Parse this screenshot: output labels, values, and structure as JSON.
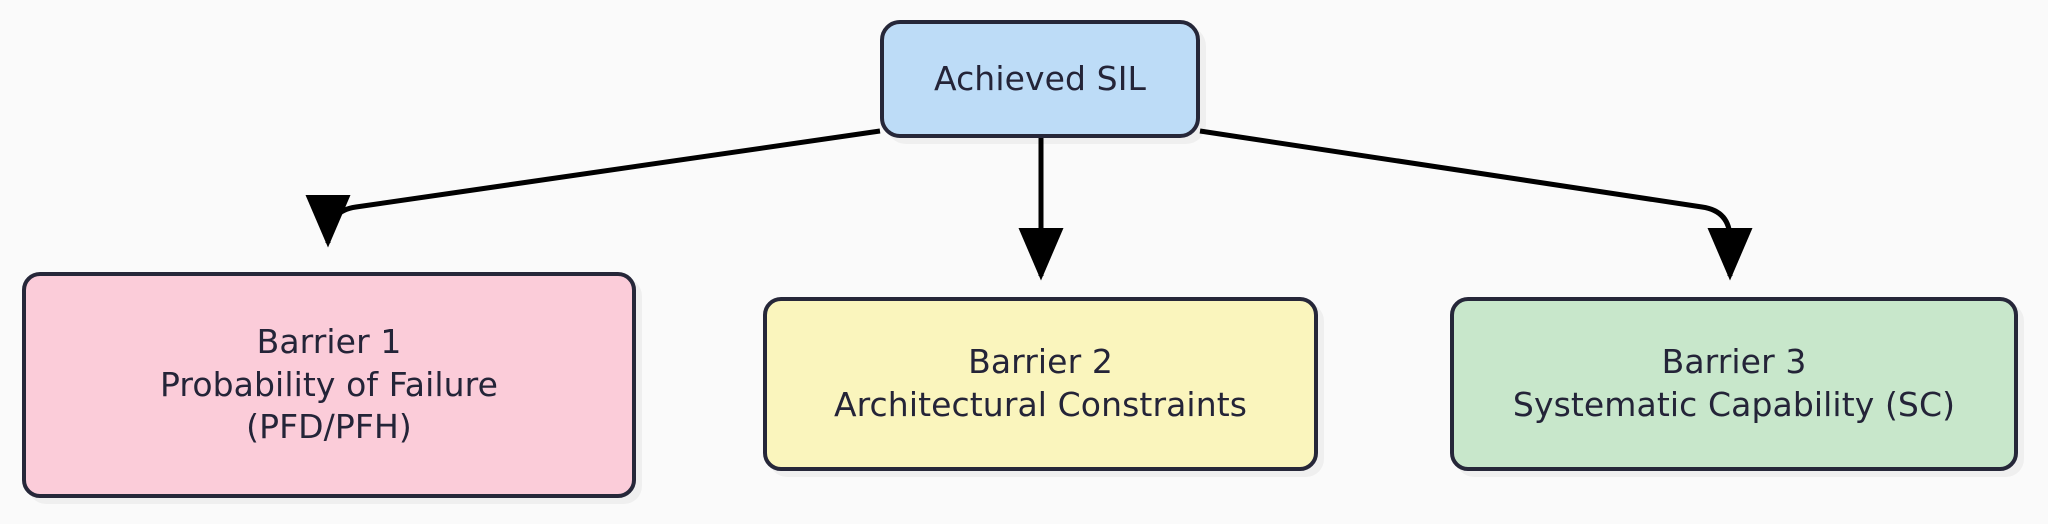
{
  "diagram": {
    "type": "flowchart",
    "direction": "top-down",
    "background_color": "#fafafa",
    "border_color": "#262739",
    "text_color": "#242438",
    "edge_color": "#000000",
    "nodes": [
      {
        "id": "root",
        "label": "Achieved SIL",
        "lines": [
          "Achieved SIL"
        ],
        "fill_color": "#bddcf7",
        "shape": "rounded-rectangle"
      },
      {
        "id": "barrier1",
        "label": "Barrier 1 Probability of Failure (PFD/PFH)",
        "lines": [
          "Barrier 1",
          "Probability of Failure",
          "(PFD/PFH)"
        ],
        "fill_color": "#fbccd9",
        "shape": "rounded-rectangle"
      },
      {
        "id": "barrier2",
        "label": "Barrier 2 Architectural Constraints",
        "lines": [
          "Barrier 2",
          "Architectural Constraints"
        ],
        "fill_color": "#faf5bd",
        "shape": "rounded-rectangle"
      },
      {
        "id": "barrier3",
        "label": "Barrier 3 Systematic Capability (SC)",
        "lines": [
          "Barrier 3",
          "Systematic Capability (SC)"
        ],
        "fill_color": "#c8e7cb",
        "shape": "rounded-rectangle"
      }
    ],
    "edges": [
      {
        "from": "root",
        "to": "barrier1",
        "label": "",
        "arrow": "filled-triangle"
      },
      {
        "from": "root",
        "to": "barrier2",
        "label": "",
        "arrow": "filled-triangle"
      },
      {
        "from": "root",
        "to": "barrier3",
        "label": "",
        "arrow": "filled-triangle"
      }
    ]
  }
}
